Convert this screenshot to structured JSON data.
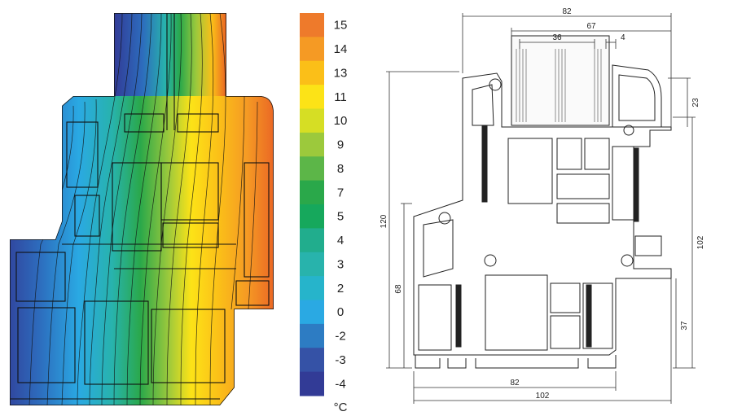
{
  "color_scale": {
    "unit": "°C",
    "levels": [
      {
        "label": "15",
        "color": "#ee7a2b"
      },
      {
        "label": "14",
        "color": "#f59a24"
      },
      {
        "label": "13",
        "color": "#fbbf18"
      },
      {
        "label": "11",
        "color": "#fce317"
      },
      {
        "label": "10",
        "color": "#d6de24"
      },
      {
        "label": "9",
        "color": "#9cc93c"
      },
      {
        "label": "8",
        "color": "#5cb648"
      },
      {
        "label": "7",
        "color": "#2aa84a"
      },
      {
        "label": "5",
        "color": "#16a85c"
      },
      {
        "label": "4",
        "color": "#21ad8d"
      },
      {
        "label": "3",
        "color": "#28b3ac"
      },
      {
        "label": "2",
        "color": "#26b4cb"
      },
      {
        "label": "0",
        "color": "#2aa9e3"
      },
      {
        "label": "-2",
        "color": "#2d7cc3"
      },
      {
        "label": "-3",
        "color": "#3552a6"
      },
      {
        "label": "-4",
        "color": "#323b96"
      }
    ]
  },
  "dimensions": {
    "top_overall": "82",
    "glass_pack": "67",
    "pane_gap": "36",
    "pane_small": "4",
    "right_upper": "23",
    "right_total": "102",
    "right_lower": "37",
    "left_total": "120",
    "left_lower": "68",
    "bottom_inner": "82",
    "bottom_overall": "102"
  }
}
